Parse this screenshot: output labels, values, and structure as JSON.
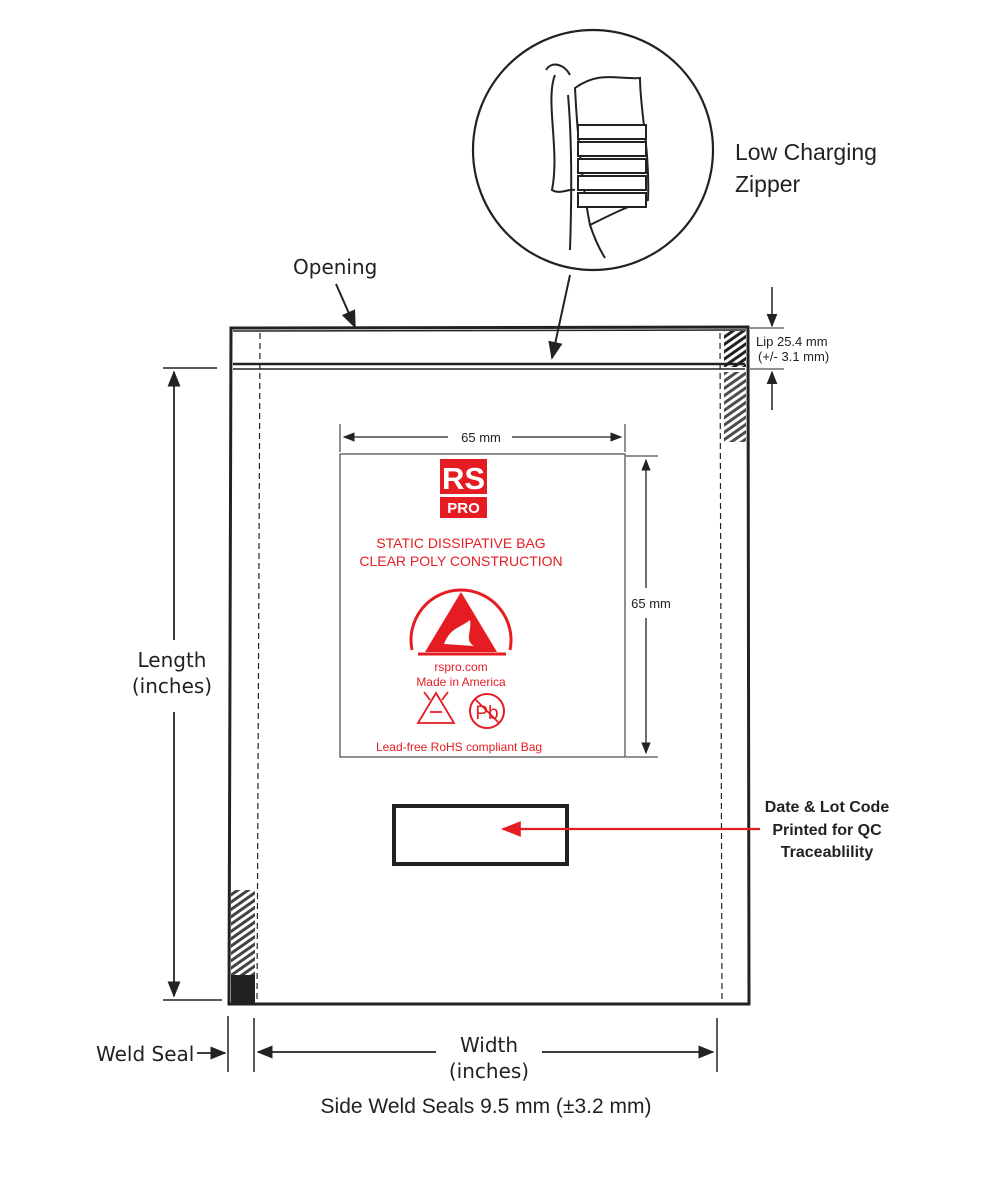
{
  "zipper_label": {
    "line1": "Low Charging",
    "line2": "Zipper"
  },
  "opening_label": "Opening",
  "lip_label": {
    "line1": "Lip 25.4 mm",
    "line2": "(+/- 3.1 mm)"
  },
  "length_label": {
    "line1": "Length",
    "line2": "(inches)"
  },
  "width_label": {
    "line1": "Width",
    "line2": "(inches)"
  },
  "weld_seal_label": "Weld Seal",
  "side_weld_caption": "Side Weld Seals 9.5 mm (±3.2 mm)",
  "date_lot_label": {
    "line1": "Date & Lot Code",
    "line2": "Printed for QC",
    "line3": "Traceablility"
  },
  "print_area": {
    "width_dim": "65 mm",
    "height_dim": "65 mm",
    "logo_top": "RS",
    "logo_bottom": "PRO",
    "title_line1": "STATIC DISSIPATIVE BAG",
    "title_line2": "CLEAR POLY CONSTRUCTION",
    "website": "rspro.com",
    "origin": "Made in America",
    "pb_symbol": "Pb",
    "footer": "Lead-free RoHS compliant Bag"
  },
  "colors": {
    "accent_red": "#e51d23",
    "ink": "#222222"
  },
  "icons": [
    "esd-warning-icon",
    "recycle-icon",
    "lead-free-icon",
    "zipper-detail-icon"
  ]
}
